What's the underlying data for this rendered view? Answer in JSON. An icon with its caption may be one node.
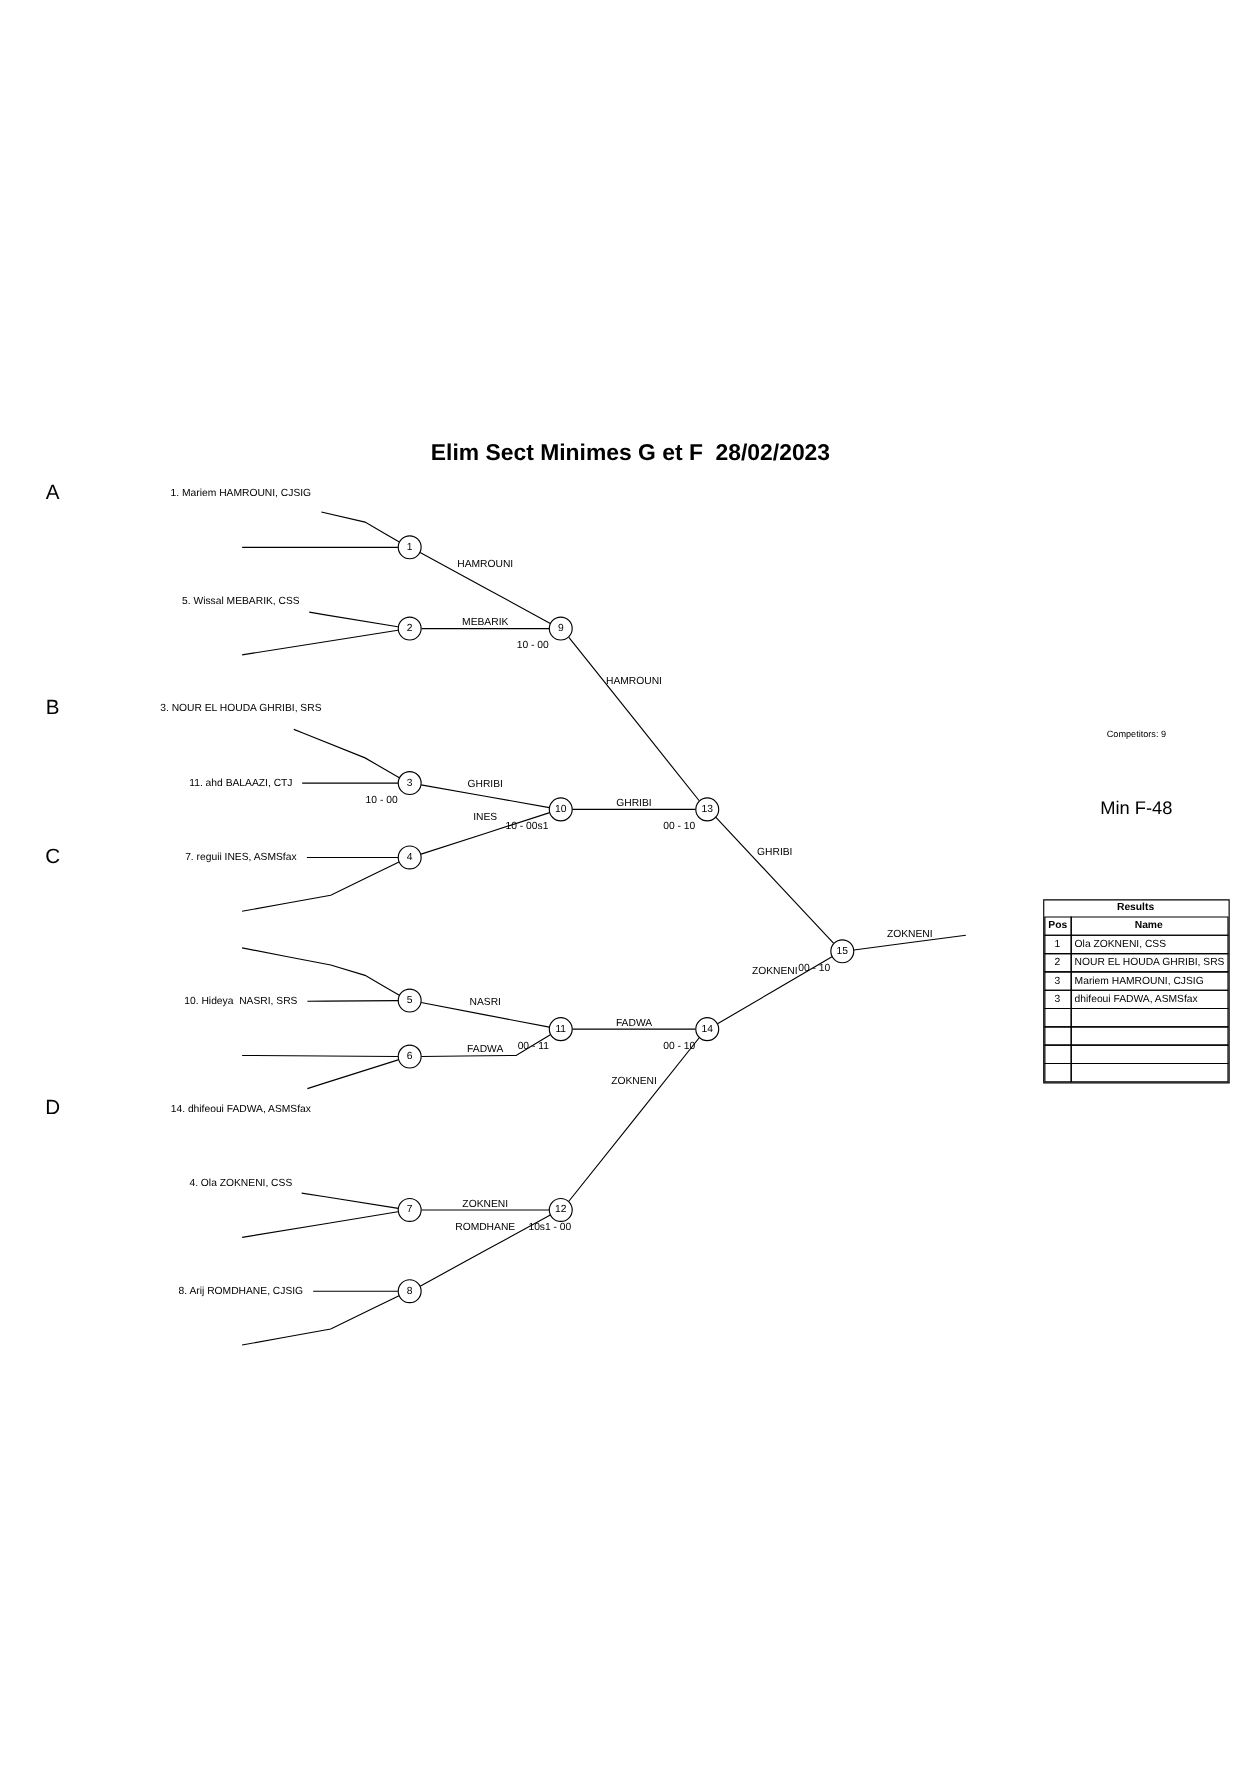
{
  "diagram": {
    "title": "Elim Sect Minimes G et F  28/02/2023",
    "nodes": [
      {
        "text": [
          "1. Mariem HAMROUNI, CJSIG"
        ]
      },
      {
        "text": [
          "1"
        ]
      },
      {
        "text": [
          "5. Wissal MEBARIK, CSS"
        ]
      },
      {
        "text": [
          "2"
        ]
      },
      {
        "text": [
          "3. NOUR EL HOUDA GHRIBI, SRS"
        ]
      },
      {
        "text": [
          "3"
        ],
        "beside": [
          "10 - 00"
        ]
      },
      {
        "text": [
          "11. ahd BALAAZI, CTJ"
        ]
      },
      {
        "text": [
          "7. reguii INES, ASMSfax"
        ]
      },
      {
        "text": [
          "4"
        ]
      },
      {
        "text": [
          "10. Hideya  NASRI, SRS"
        ]
      },
      {
        "text": [
          "5"
        ]
      },
      {
        "text": [
          "14. dhifeoui FADWA, ASMSfax"
        ]
      },
      {
        "text": [
          "6"
        ]
      },
      {
        "text": [
          "4. Ola ZOKNENI, CSS"
        ]
      },
      {
        "text": [
          "7"
        ]
      },
      {
        "text": [
          "8. Arij ROMDHANE, CJSIG"
        ]
      },
      {
        "text": [
          "8"
        ]
      },
      {
        "text": [
          "9"
        ],
        "beside": [
          "10 - 00"
        ]
      },
      {
        "text": [
          "10"
        ],
        "beside": [
          "10 - 00s1"
        ]
      },
      {
        "text": [
          "11"
        ],
        "beside": [
          "00 - 11"
        ]
      },
      {
        "text": [
          "12"
        ],
        "beside": [
          "10s1 - 00"
        ]
      },
      {
        "text": [
          "13"
        ],
        "beside": [
          "00 - 10"
        ]
      },
      {
        "text": [
          "14"
        ],
        "beside": [
          "00 - 10"
        ]
      },
      {
        "text": [
          "15"
        ],
        "beside": [
          "00 - 10"
        ]
      }
    ],
    "edges": [
      {
        "from": 0,
        "to": 1,
        "arrow": "none"
      },
      {
        "from": null,
        "to": 1,
        "arrow": "none"
      },
      {
        "from": 2,
        "to": 3,
        "arrow": "none"
      },
      {
        "from": null,
        "to": 3,
        "arrow": "none"
      },
      {
        "from": 4,
        "to": 5,
        "arrow": "none"
      },
      {
        "from": 6,
        "to": 5,
        "arrow": "none"
      },
      {
        "from": 7,
        "to": 8,
        "arrow": "none"
      },
      {
        "from": null,
        "to": 8,
        "arrow": "none"
      },
      {
        "from": null,
        "to": 10,
        "arrow": "none"
      },
      {
        "from": 9,
        "to": 10,
        "arrow": "none"
      },
      {
        "from": null,
        "to": 12,
        "arrow": "none"
      },
      {
        "from": 11,
        "to": 12,
        "arrow": "none"
      },
      {
        "from": 13,
        "to": 14,
        "arrow": "none"
      },
      {
        "from": null,
        "to": 14,
        "arrow": "none"
      },
      {
        "from": 15,
        "to": 16,
        "arrow": "none"
      },
      {
        "from": null,
        "to": 16,
        "arrow": "none"
      },
      {
        "from": 1,
        "to": 17,
        "arrow": "none",
        "label": "HAMROUNI"
      },
      {
        "from": 3,
        "to": 17,
        "arrow": "none",
        "label": "MEBARIK"
      },
      {
        "from": 5,
        "to": 18,
        "arrow": "none",
        "label": "GHRIBI"
      },
      {
        "from": 8,
        "to": 18,
        "arrow": "none",
        "label": "INES"
      },
      {
        "from": 10,
        "to": 19,
        "arrow": "none",
        "label": "NASRI"
      },
      {
        "from": 12,
        "to": 19,
        "arrow": "none",
        "label": "FADWA"
      },
      {
        "from": 14,
        "to": 20,
        "arrow": "none",
        "label": "ZOKNENI"
      },
      {
        "from": 16,
        "to": 20,
        "arrow": "none",
        "label": "ROMDHANE"
      },
      {
        "from": 17,
        "to": 21,
        "arrow": "none",
        "label": "HAMROUNI"
      },
      {
        "from": 18,
        "to": 21,
        "arrow": "none",
        "label": "GHRIBI"
      },
      {
        "from": 19,
        "to": 22,
        "arrow": "none",
        "label": "FADWA"
      },
      {
        "from": 20,
        "to": 22,
        "arrow": "none",
        "label": "ZOKNENI"
      },
      {
        "from": 21,
        "to": 23,
        "arrow": "none",
        "label": "GHRIBI"
      },
      {
        "from": 22,
        "to": 23,
        "arrow": "none",
        "label": "ZOKNENI"
      },
      {
        "from": 23,
        "to": null,
        "arrow": "none",
        "label": "ZOKNENI"
      }
    ],
    "labels": [
      "Min F-48",
      "Competitors: 9",
      "A",
      "B",
      "C",
      "D",
      "Results",
      "Pos",
      "Name",
      "1",
      "Ola ZOKNENI, CSS",
      "2",
      "NOUR EL HOUDA GHRIBI, SRS",
      "3",
      "Mariem HAMROUNI, CJSIG",
      "3",
      "dhifeoui FADWA, ASMSfax"
    ]
  }
}
